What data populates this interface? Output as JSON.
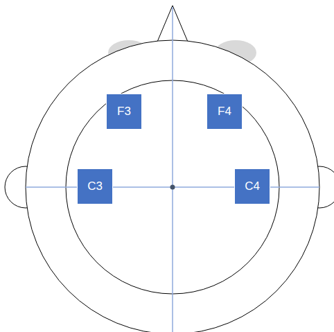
{
  "diagram": {
    "nodes": [
      {
        "text": [
          "F3"
        ]
      },
      {
        "text": [
          "F4"
        ]
      },
      {
        "text": [
          "C3"
        ]
      },
      {
        "text": [
          "C4"
        ]
      }
    ]
  }
}
